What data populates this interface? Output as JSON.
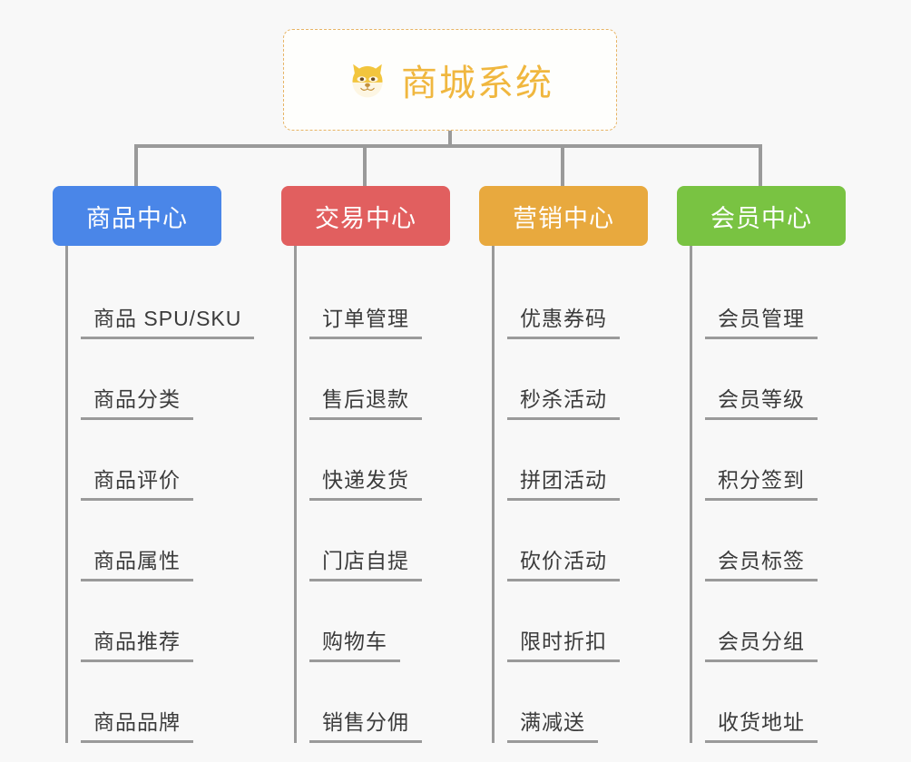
{
  "page": {
    "background_color": "#f8f8f8",
    "type": "mind-map"
  },
  "root": {
    "title": "商城系统",
    "icon": "shiba-inu-dog-face-emoji",
    "border_color": "#e7b465",
    "text_color": "#f0b73f",
    "background_color": "#fefefc"
  },
  "connector": {
    "color": "#9a9a9a"
  },
  "columns": [
    {
      "label": "商品中心",
      "color": "#4a86e8",
      "items": [
        "商品 SPU/SKU",
        "商品分类",
        "商品评价",
        "商品属性",
        "商品推荐",
        "商品品牌"
      ]
    },
    {
      "label": "交易中心",
      "color": "#e15f5f",
      "items": [
        "订单管理",
        "售后退款",
        "快递发货",
        "门店自提",
        "购物车",
        "销售分佣"
      ]
    },
    {
      "label": "营销中心",
      "color": "#e8a93e",
      "items": [
        "优惠券码",
        "秒杀活动",
        "拼团活动",
        "砍价活动",
        "限时折扣",
        "满减送"
      ]
    },
    {
      "label": "会员中心",
      "color": "#79c342",
      "items": [
        "会员管理",
        "会员等级",
        "积分签到",
        "会员标签",
        "会员分组",
        "收货地址"
      ]
    }
  ]
}
